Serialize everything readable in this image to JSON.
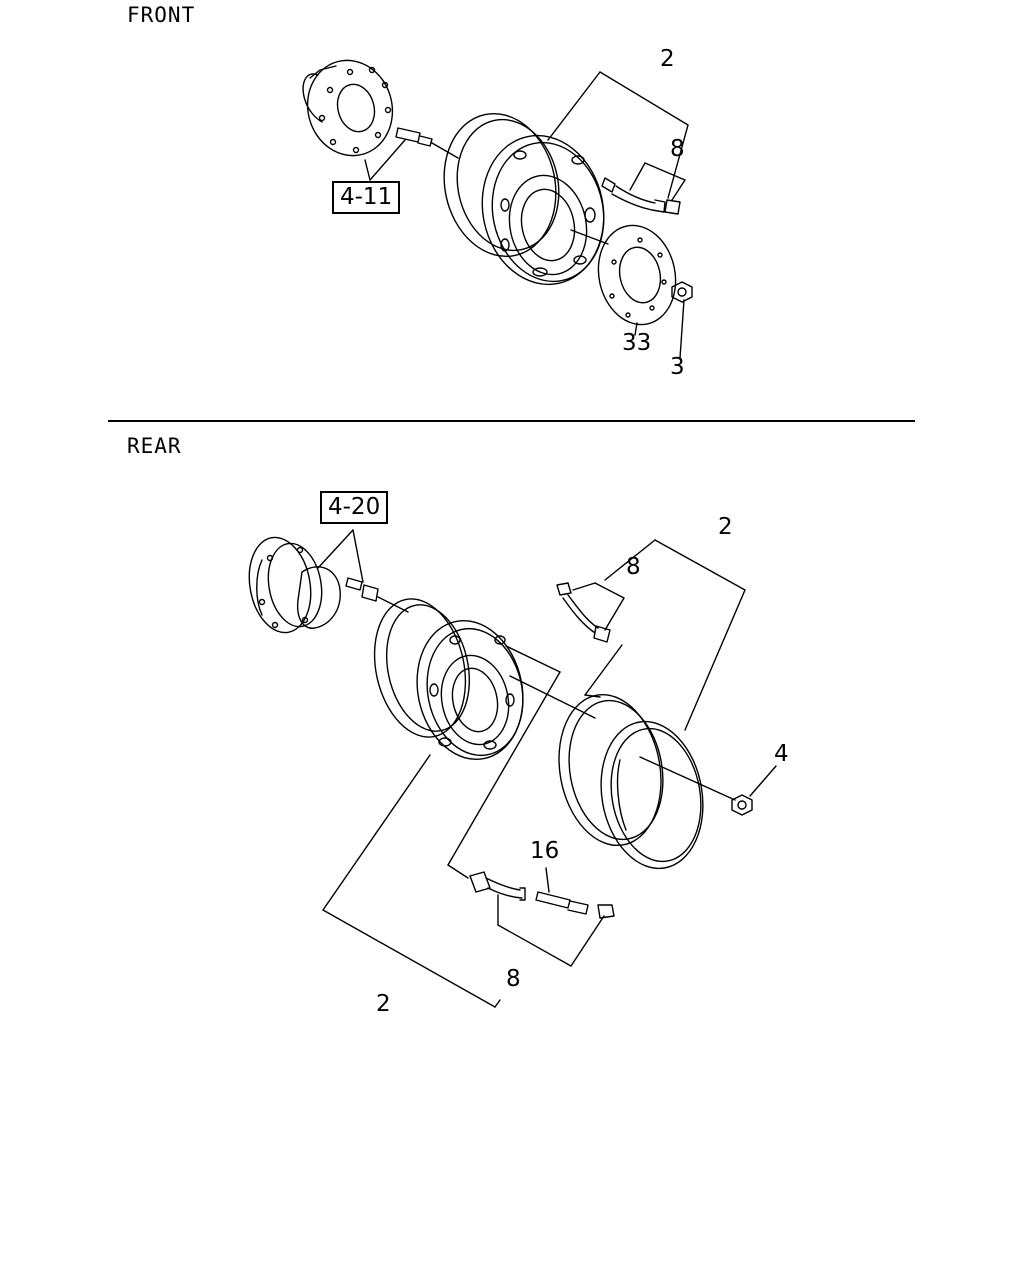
{
  "sections": {
    "front": {
      "title": "FRONT",
      "reference": "4-11",
      "callouts": {
        "wheel": "2",
        "valve": "8",
        "plate": "33",
        "nut": "3"
      }
    },
    "rear": {
      "title": "REAR",
      "reference": "4-20",
      "callouts": {
        "outer_wheel": "2",
        "outer_valve": "8",
        "inner_wheel": "2",
        "inner_valve": "8",
        "nut": "4",
        "extension": "16"
      }
    }
  },
  "colors": {
    "line": "#000000",
    "background": "#ffffff"
  }
}
